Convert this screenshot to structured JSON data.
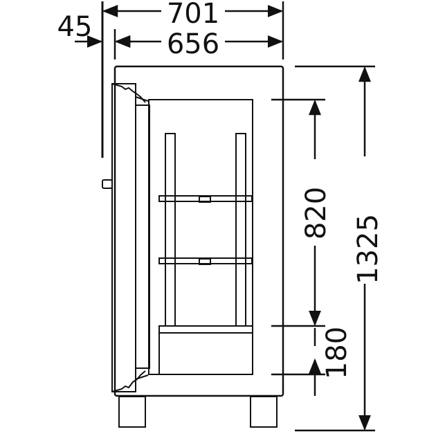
{
  "dimensions": {
    "overall_width": "701",
    "body_width": "656",
    "offset_width": "45",
    "overall_height": "1325",
    "interior_height": "820",
    "base_height": "180"
  }
}
